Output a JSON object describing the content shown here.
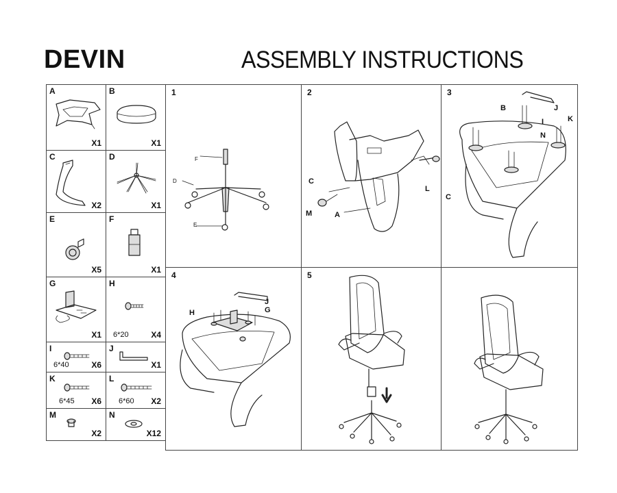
{
  "header": {
    "brand": "DEVIN",
    "title": "ASSEMBLY INSTRUCTIONS"
  },
  "parts": [
    {
      "letter": "A",
      "qty": "X1",
      "size": ""
    },
    {
      "letter": "B",
      "qty": "X1",
      "size": ""
    },
    {
      "letter": "C",
      "qty": "X2",
      "size": ""
    },
    {
      "letter": "D",
      "qty": "X1",
      "size": ""
    },
    {
      "letter": "E",
      "qty": "X5",
      "size": ""
    },
    {
      "letter": "F",
      "qty": "X1",
      "size": ""
    },
    {
      "letter": "G",
      "qty": "X1",
      "size": ""
    },
    {
      "letter": "H",
      "qty": "X4",
      "size": "6*20"
    },
    {
      "letter": "I",
      "qty": "X6",
      "size": "6*40"
    },
    {
      "letter": "J",
      "qty": "X1",
      "size": ""
    },
    {
      "letter": "K",
      "qty": "X6",
      "size": "6*45"
    },
    {
      "letter": "L",
      "qty": "X2",
      "size": "6*60"
    },
    {
      "letter": "M",
      "qty": "X2",
      "size": ""
    },
    {
      "letter": "N",
      "qty": "X12",
      "size": ""
    }
  ],
  "steps": [
    {
      "number": "1",
      "labels": [
        "F",
        "D",
        "E"
      ]
    },
    {
      "number": "2",
      "labels": [
        "C",
        "L",
        "M",
        "A"
      ]
    },
    {
      "number": "3",
      "labels": [
        "B",
        "J",
        "I",
        "N",
        "K",
        "C"
      ]
    },
    {
      "number": "4",
      "labels": [
        "J",
        "H",
        "G"
      ]
    },
    {
      "number": "5",
      "labels": []
    }
  ]
}
